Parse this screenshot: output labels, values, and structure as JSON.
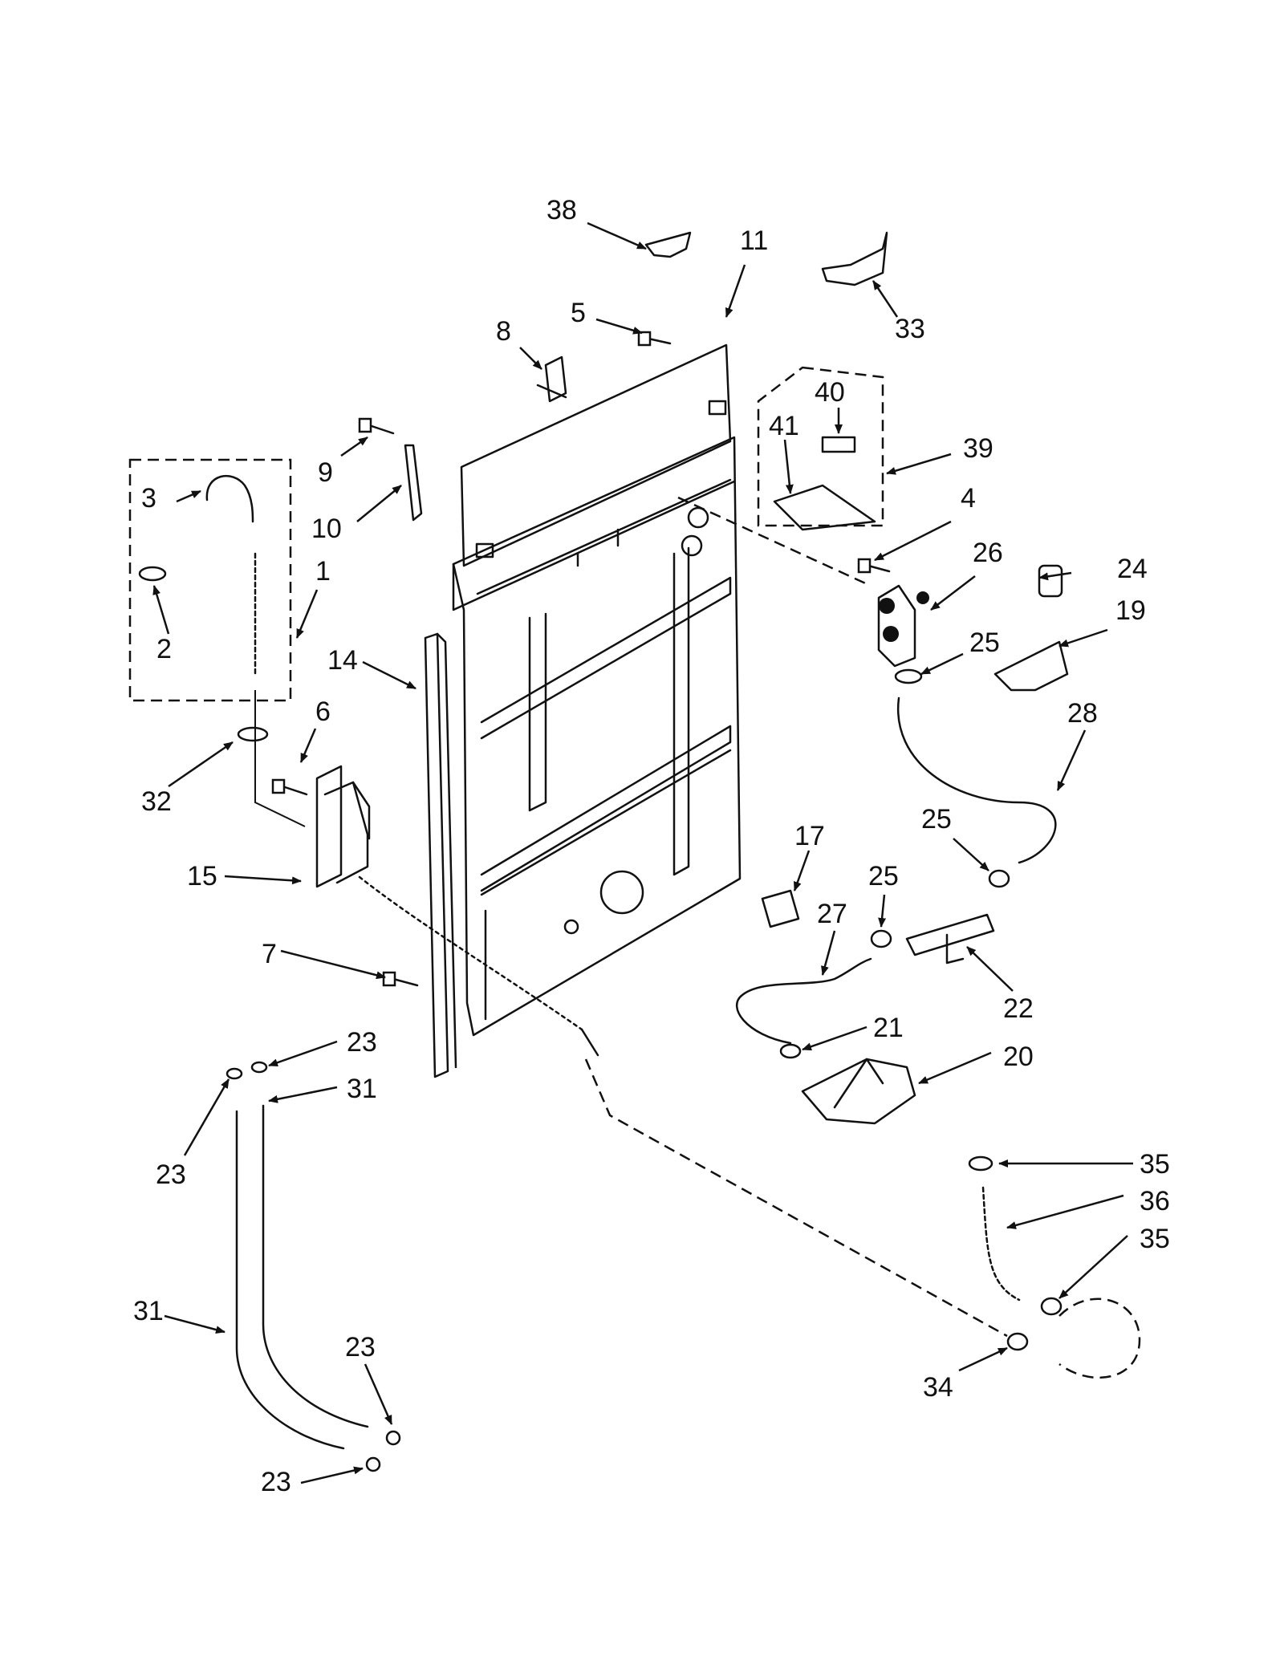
{
  "callouts": [
    {
      "id": "c38",
      "text": "38"
    },
    {
      "id": "c11",
      "text": "11"
    },
    {
      "id": "c33",
      "text": "33"
    },
    {
      "id": "c5",
      "text": "5"
    },
    {
      "id": "c8",
      "text": "8"
    },
    {
      "id": "c40",
      "text": "40"
    },
    {
      "id": "c41",
      "text": "41"
    },
    {
      "id": "c39",
      "text": "39"
    },
    {
      "id": "c9",
      "text": "9"
    },
    {
      "id": "c3",
      "text": "3"
    },
    {
      "id": "c10",
      "text": "10"
    },
    {
      "id": "c4",
      "text": "4"
    },
    {
      "id": "c26",
      "text": "26"
    },
    {
      "id": "c24",
      "text": "24"
    },
    {
      "id": "c1",
      "text": "1"
    },
    {
      "id": "c2",
      "text": "2"
    },
    {
      "id": "c25a",
      "text": "25"
    },
    {
      "id": "c19",
      "text": "19"
    },
    {
      "id": "c14",
      "text": "14"
    },
    {
      "id": "c6",
      "text": "6"
    },
    {
      "id": "c28",
      "text": "28"
    },
    {
      "id": "c32",
      "text": "32"
    },
    {
      "id": "c25b",
      "text": "25"
    },
    {
      "id": "c17",
      "text": "17"
    },
    {
      "id": "c15",
      "text": "15"
    },
    {
      "id": "c25c",
      "text": "25"
    },
    {
      "id": "c27",
      "text": "27"
    },
    {
      "id": "c7",
      "text": "7"
    },
    {
      "id": "c22",
      "text": "22"
    },
    {
      "id": "c21",
      "text": "21"
    },
    {
      "id": "c23a",
      "text": "23"
    },
    {
      "id": "c20",
      "text": "20"
    },
    {
      "id": "c31a",
      "text": "31"
    },
    {
      "id": "c23b",
      "text": "23"
    },
    {
      "id": "c35a",
      "text": "35"
    },
    {
      "id": "c36",
      "text": "36"
    },
    {
      "id": "c35b",
      "text": "35"
    },
    {
      "id": "c31b",
      "text": "31"
    },
    {
      "id": "c23c",
      "text": "23"
    },
    {
      "id": "c34",
      "text": "34"
    },
    {
      "id": "c23d",
      "text": "23"
    }
  ]
}
